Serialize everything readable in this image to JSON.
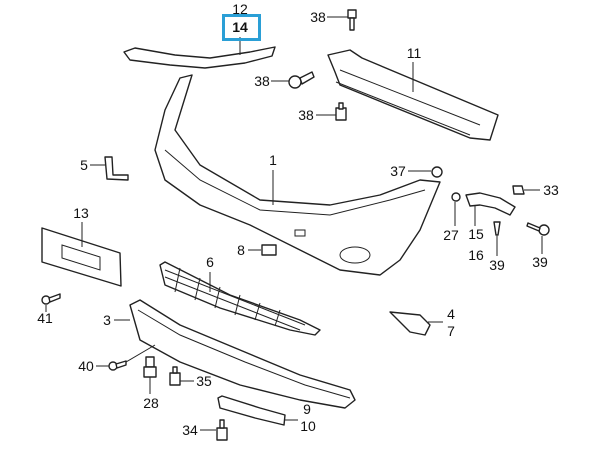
{
  "diagram": {
    "highlight_color": "#2a9fd6",
    "callouts": [
      {
        "id": "c12",
        "text": "12"
      },
      {
        "id": "c14",
        "text": "14",
        "highlighted": true
      },
      {
        "id": "c38a",
        "text": "38"
      },
      {
        "id": "c38b",
        "text": "38"
      },
      {
        "id": "c38c",
        "text": "38"
      },
      {
        "id": "c11",
        "text": "11"
      },
      {
        "id": "c1",
        "text": "1"
      },
      {
        "id": "c5",
        "text": "5"
      },
      {
        "id": "c37",
        "text": "37"
      },
      {
        "id": "c33",
        "text": "33"
      },
      {
        "id": "c13",
        "text": "13"
      },
      {
        "id": "c27",
        "text": "27"
      },
      {
        "id": "c15",
        "text": "15"
      },
      {
        "id": "c16",
        "text": "16"
      },
      {
        "id": "c39a",
        "text": "39"
      },
      {
        "id": "c39b",
        "text": "39"
      },
      {
        "id": "c8",
        "text": "8"
      },
      {
        "id": "c6",
        "text": "6"
      },
      {
        "id": "c41",
        "text": "41"
      },
      {
        "id": "c3",
        "text": "3"
      },
      {
        "id": "c4",
        "text": "4"
      },
      {
        "id": "c7",
        "text": "7"
      },
      {
        "id": "c40",
        "text": "40"
      },
      {
        "id": "c35",
        "text": "35"
      },
      {
        "id": "c28",
        "text": "28"
      },
      {
        "id": "c9",
        "text": "9"
      },
      {
        "id": "c10",
        "text": "10"
      },
      {
        "id": "c34",
        "text": "34"
      }
    ]
  }
}
